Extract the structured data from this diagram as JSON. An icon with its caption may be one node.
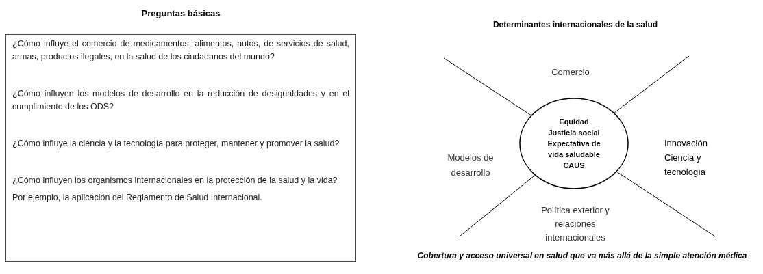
{
  "diagram": {
    "title": "Determinantes internacionales de la salud",
    "caption": "Cobertura y acceso universal en salud que va más allá de la simple atención médica",
    "nodes": [
      {
        "text": [
          "Preguntas básicas",
          "¿Cómo influye el comercio de medicamentos, alimentos, autos, de servicios de salud, armas, productos ilegales, en la salud de los ciudadanos del mundo?",
          "¿Cómo influyen los modelos de desarrollo en la reducción de desigualdades y en el cumplimiento de los ODS?",
          "¿Cómo influye la ciencia y la tecnología para proteger, mantener y promover la salud?",
          "¿Cómo influyen los organismos internacionales en la protección de la salud y la vida?",
          "Por ejemplo,  la aplicación del Reglamento de Salud Internacional."
        ]
      },
      {
        "text": [
          "Equidad",
          "Justicia social",
          "Expectativa de vida saludable",
          "CAUS"
        ]
      }
    ],
    "edges": [
      {
        "from": null,
        "to": 1,
        "arrow": "none"
      },
      {
        "from": null,
        "to": 1,
        "arrow": "none"
      },
      {
        "from": null,
        "to": 1,
        "arrow": "none"
      },
      {
        "from": null,
        "to": 1,
        "arrow": "none"
      }
    ],
    "labels": [
      "Comercio",
      "Modelos de desarrollo",
      "Innovación",
      "Ciencia y tecnología",
      "Política exterior y relaciones internacionales"
    ]
  }
}
